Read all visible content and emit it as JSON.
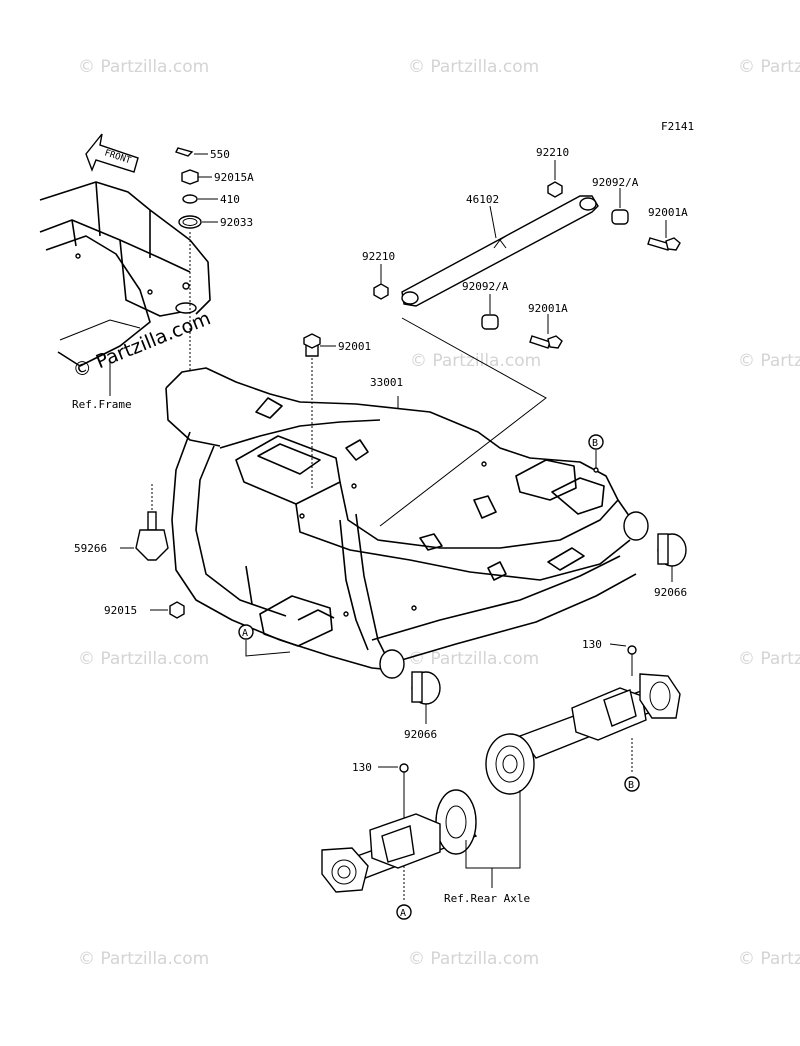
{
  "figure_code": "F2141",
  "front_label": "FRONT",
  "watermark": "© Partzilla.com",
  "parts": [
    {
      "id": "550",
      "label": "550"
    },
    {
      "id": "92015A",
      "label": "92015A"
    },
    {
      "id": "410",
      "label": "410"
    },
    {
      "id": "92033",
      "label": "92033"
    },
    {
      "id": "92210a",
      "label": "92210"
    },
    {
      "id": "92092a",
      "label": "92092/A"
    },
    {
      "id": "92001Aa",
      "label": "92001A"
    },
    {
      "id": "46102",
      "label": "46102"
    },
    {
      "id": "92210b",
      "label": "92210"
    },
    {
      "id": "92092b",
      "label": "92092/A"
    },
    {
      "id": "92001Ab",
      "label": "92001A"
    },
    {
      "id": "92001",
      "label": "92001"
    },
    {
      "id": "33001",
      "label": "33001"
    },
    {
      "id": "59266",
      "label": "59266"
    },
    {
      "id": "92015",
      "label": "92015"
    },
    {
      "id": "92066a",
      "label": "92066"
    },
    {
      "id": "92066b",
      "label": "92066"
    },
    {
      "id": "130a",
      "label": "130"
    },
    {
      "id": "130b",
      "label": "130"
    }
  ],
  "references": {
    "frame": "Ref.Frame",
    "rear_axle": "Ref.Rear Axle"
  },
  "callouts": {
    "a": "A",
    "b": "B"
  }
}
